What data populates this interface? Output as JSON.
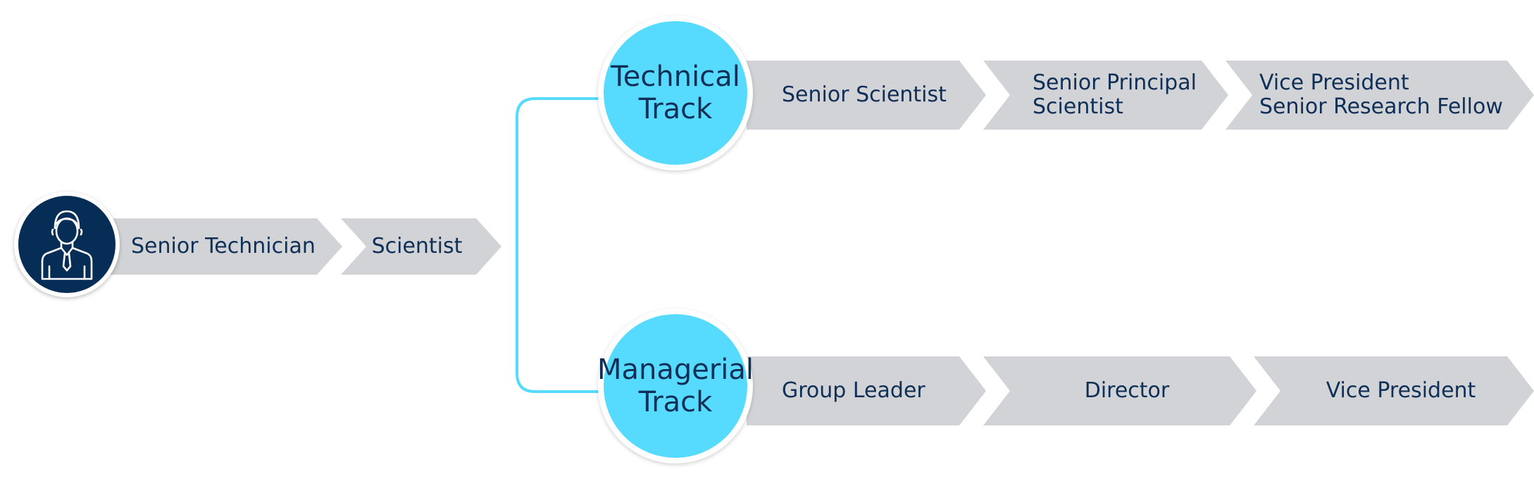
{
  "colors": {
    "chevron_fill": "#d1d3d6",
    "track_circle": "#56dbff",
    "connector": "#56dbff",
    "avatar_bg": "#052d55",
    "text": "#0f2f57"
  },
  "icons": {
    "avatar": "person-with-tie-icon"
  },
  "start_path": [
    "Senior Technician",
    "Scientist"
  ],
  "tracks": [
    {
      "name": "Technical\nTrack",
      "steps": [
        "Senior Scientist",
        "Senior Principal\nScientist",
        "Vice President\nSenior Research Fellow"
      ]
    },
    {
      "name": "Managerial\nTrack",
      "steps": [
        "Group Leader",
        "Director",
        "Vice President"
      ]
    }
  ]
}
